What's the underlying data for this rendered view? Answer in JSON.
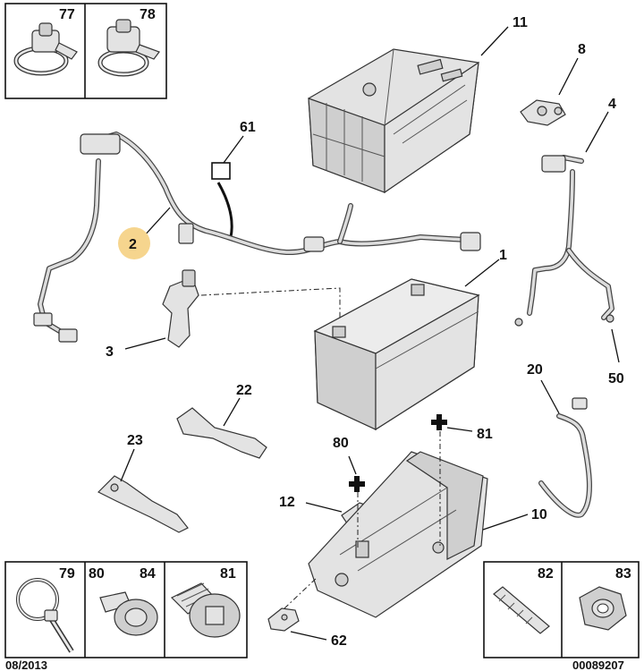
{
  "labels": {
    "p77": "77",
    "p78": "78",
    "p11": "11",
    "p8": "8",
    "p61": "61",
    "p4": "4",
    "p2": "2",
    "p1": "1",
    "p3": "3",
    "p50": "50",
    "p20": "20",
    "p22": "22",
    "p81a": "81",
    "p23": "23",
    "p80a": "80",
    "p12": "12",
    "p10": "10",
    "p62": "62",
    "p79": "79",
    "p80b": "80",
    "p84": "84",
    "p81b": "81",
    "p82": "82",
    "p83": "83"
  },
  "footer": {
    "date": "08/2013",
    "ref": "00089207"
  },
  "colors": {
    "highlight": "#f6d58e",
    "line": "#111111",
    "part_fill": "#e3e3e3"
  },
  "icons": {
    "plus_symbol": "plus-icon"
  }
}
